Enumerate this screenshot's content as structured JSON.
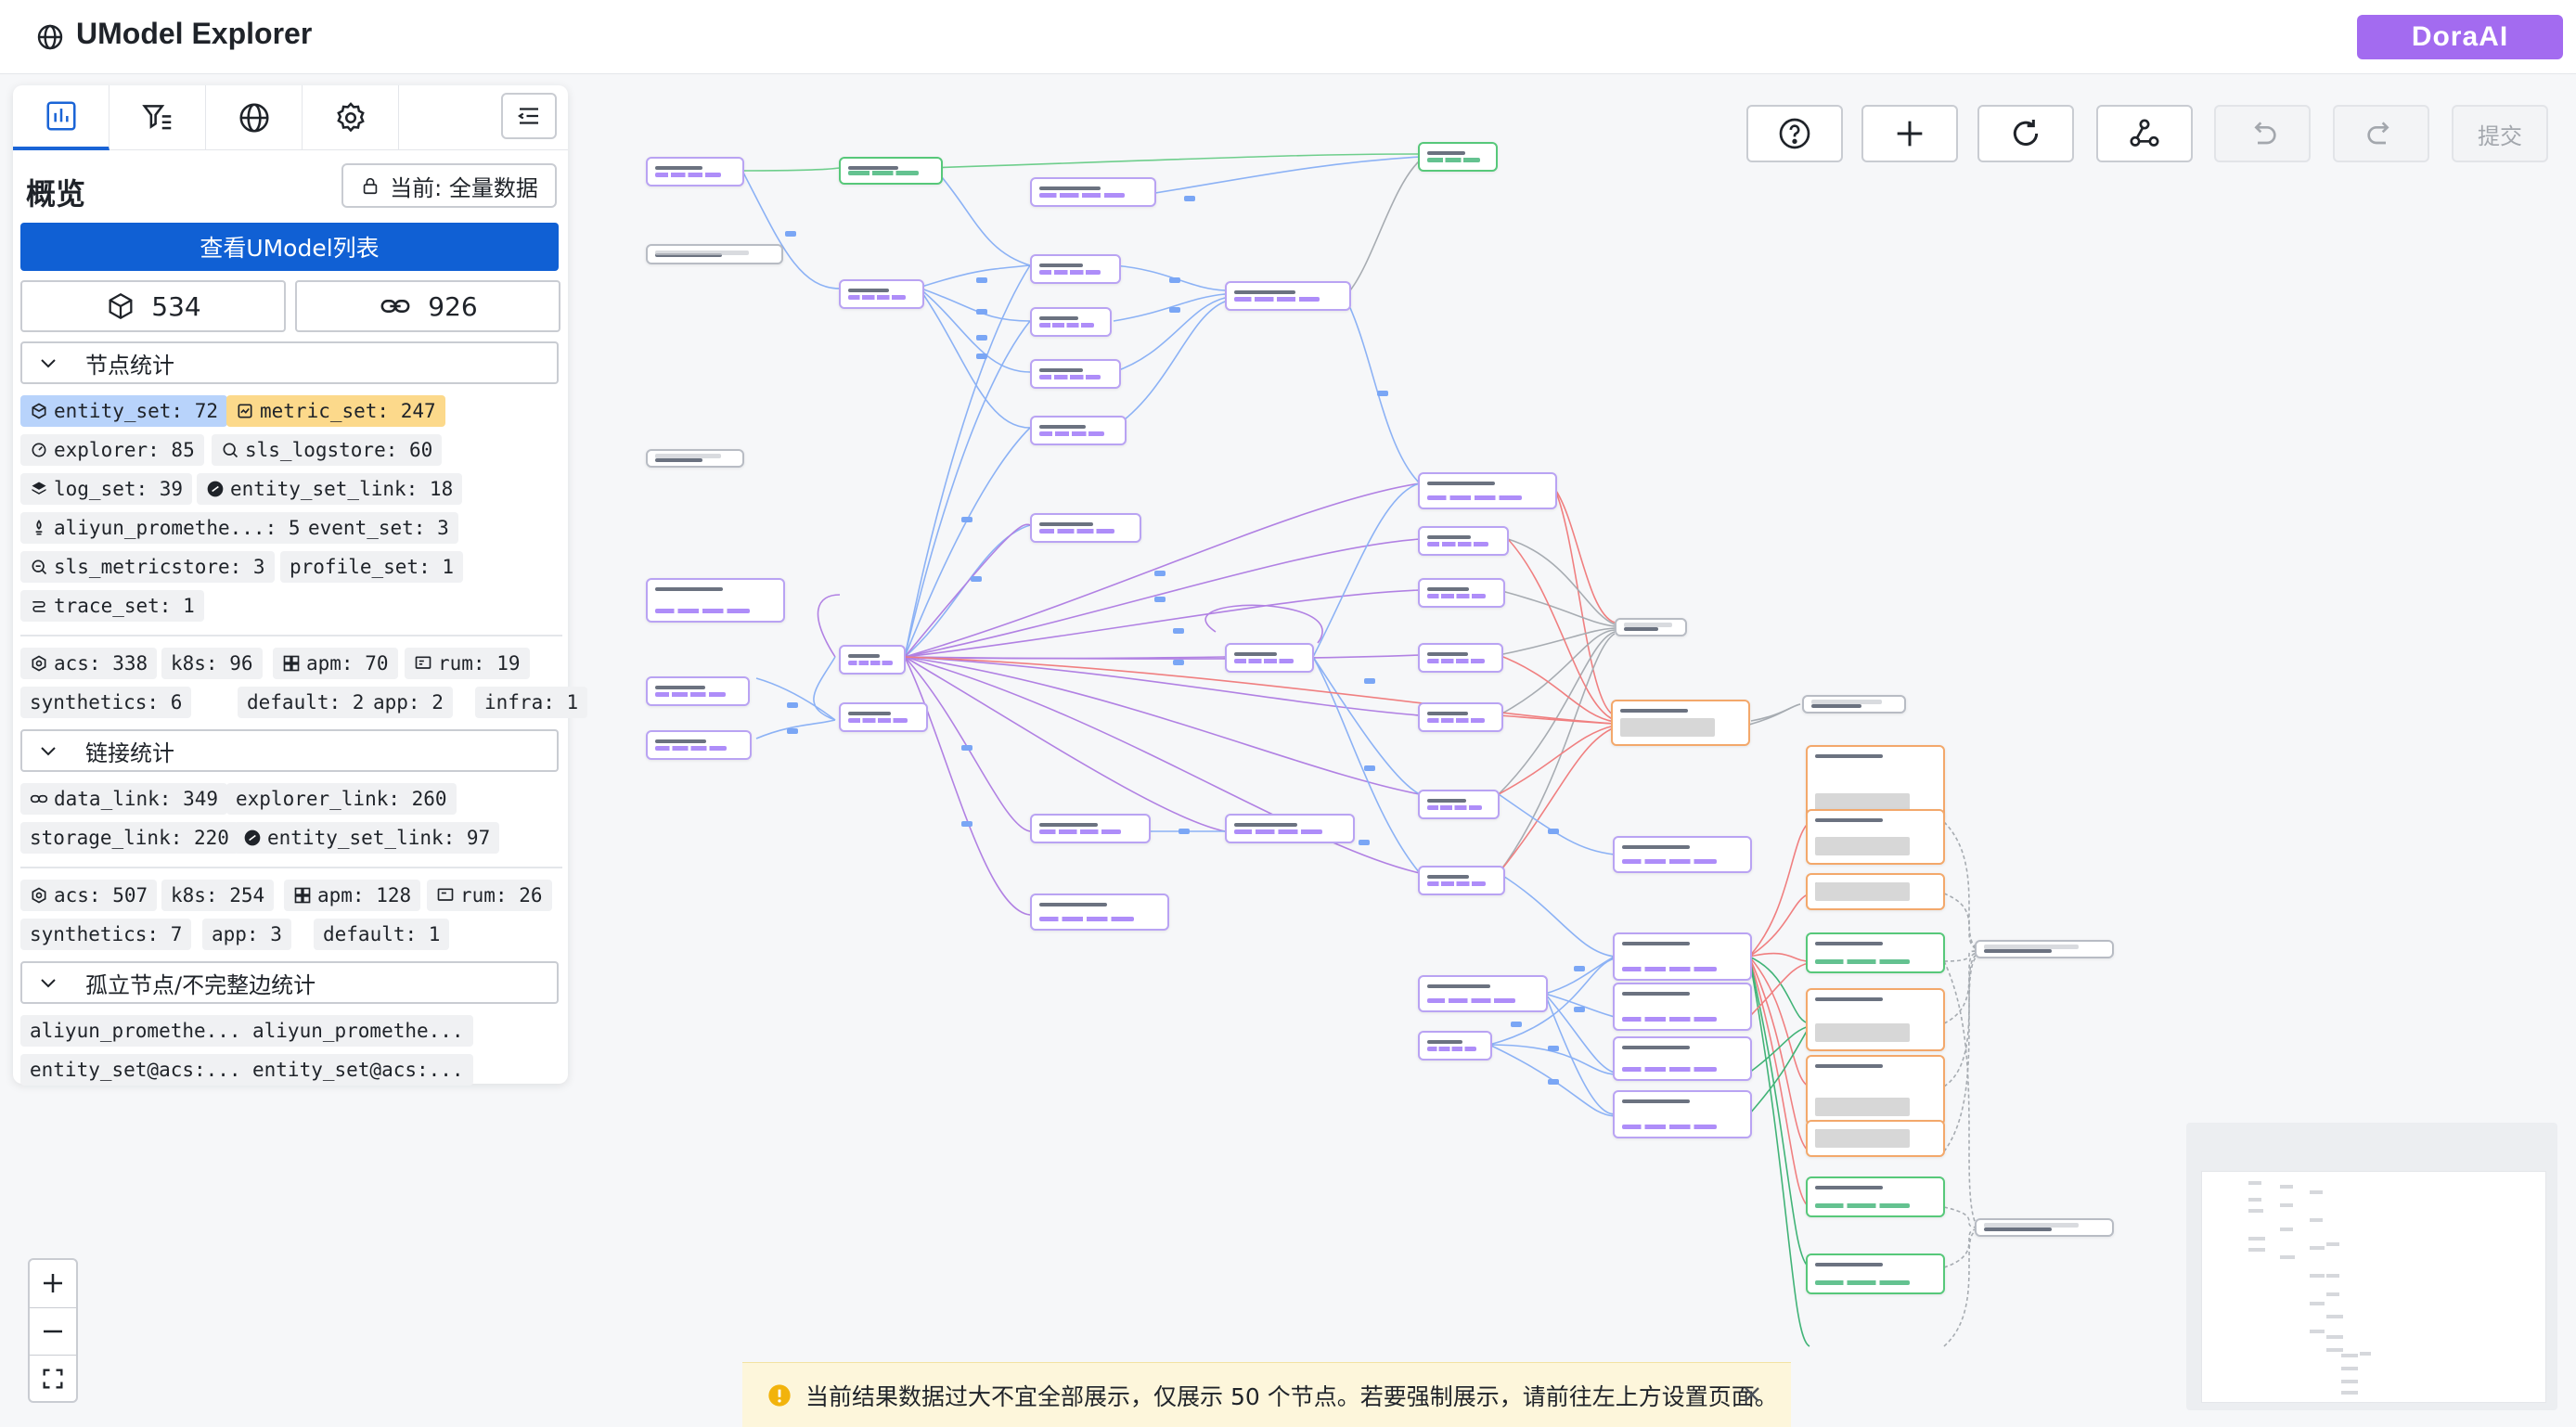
{
  "app": {
    "title": "UModel Explorer",
    "brand": "DoraAI",
    "icon": "globe-icon"
  },
  "toolbar": {
    "help_icon": "question-circle-icon",
    "add_icon": "plus-icon",
    "refresh_icon": "refresh-icon",
    "share_icon": "share-nodes-icon",
    "undo_icon": "undo-icon",
    "redo_icon": "redo-icon",
    "submit_label": "提交"
  },
  "sidebar": {
    "tabs": [
      {
        "icon": "chart-icon",
        "active": true
      },
      {
        "icon": "filter-list-icon",
        "active": false
      },
      {
        "icon": "globe-icon",
        "active": false
      },
      {
        "icon": "gear-icon",
        "active": false
      }
    ],
    "collapse_icon": "menu-collapse-icon",
    "overview_title": "概览",
    "scope_label": "当前: 全量数据",
    "view_list_label": "查看UModel列表",
    "node_count": "534",
    "link_count": "926",
    "sections": {
      "node_stats": "节点统计",
      "link_stats": "链接统计",
      "orphan_stats": "孤立节点/不完整边统计"
    },
    "node_types": [
      {
        "label": "entity_set: 72",
        "icon": "cube-icon",
        "highlight": "blue"
      },
      {
        "label": "metric_set: 247",
        "icon": "metric-icon",
        "highlight": "yellow"
      },
      {
        "label": "explorer: 85",
        "icon": "explorer-icon"
      },
      {
        "label": "sls_logstore: 60",
        "icon": "logstore-icon"
      },
      {
        "label": "log_set: 39",
        "icon": "layers-icon"
      },
      {
        "label": "entity_set_link: 18",
        "icon": "link-icon"
      },
      {
        "label": "aliyun_promethe...: 5",
        "icon": "prometheus-icon"
      },
      {
        "label": "event_set: 3",
        "icon": ""
      },
      {
        "label": "sls_metricstore: 3",
        "icon": "metricstore-icon"
      },
      {
        "label": "profile_set: 1",
        "icon": ""
      },
      {
        "label": "trace_set: 1",
        "icon": "trace-icon"
      }
    ],
    "node_domains": [
      {
        "label": "acs: 338",
        "icon": "acs-icon"
      },
      {
        "label": "k8s: 96",
        "icon": ""
      },
      {
        "label": "apm: 70",
        "icon": "apm-icon"
      },
      {
        "label": "rum: 19",
        "icon": "rum-icon"
      },
      {
        "label": "synthetics: 6",
        "icon": ""
      },
      {
        "label": "default: 2",
        "icon": ""
      },
      {
        "label": "app: 2",
        "icon": ""
      },
      {
        "label": "infra: 1",
        "icon": ""
      }
    ],
    "link_types": [
      {
        "label": "data_link: 349",
        "icon": "link-icon"
      },
      {
        "label": "explorer_link: 260",
        "icon": ""
      },
      {
        "label": "storage_link: 220",
        "icon": ""
      },
      {
        "label": "entity_set_link: 97",
        "icon": "link-icon"
      }
    ],
    "link_domains": [
      {
        "label": "acs: 507",
        "icon": "acs-icon"
      },
      {
        "label": "k8s: 254",
        "icon": ""
      },
      {
        "label": "apm: 128",
        "icon": "apm-icon"
      },
      {
        "label": "rum: 26",
        "icon": "rum-icon"
      },
      {
        "label": "synthetics: 7",
        "icon": ""
      },
      {
        "label": "app: 3",
        "icon": ""
      },
      {
        "label": "default: 1",
        "icon": ""
      }
    ],
    "orphans": [
      "aliyun_promethe...",
      "aliyun_promethe...",
      "entity_set@acs:...",
      "entity_set@acs:..."
    ]
  },
  "zoom": {
    "in_icon": "plus-icon",
    "out_icon": "minus-icon",
    "fit_icon": "fullscreen-icon"
  },
  "toast": {
    "icon": "warning-circle-icon",
    "message": "当前结果数据过大不宜全部展示，仅展示 50 个节点。若要强制展示，请前往左上方设置页面。",
    "close_icon": "close-icon"
  },
  "colors": {
    "primary": "#1060d4",
    "brand": "#a36bf0",
    "node_purple": "#b9a3f3",
    "node_green": "#57c87a",
    "node_orange": "#f3a86b",
    "edge_blue": "#7aa6f5",
    "edge_red": "#ef6b6b",
    "edge_purple": "#a56de0"
  }
}
